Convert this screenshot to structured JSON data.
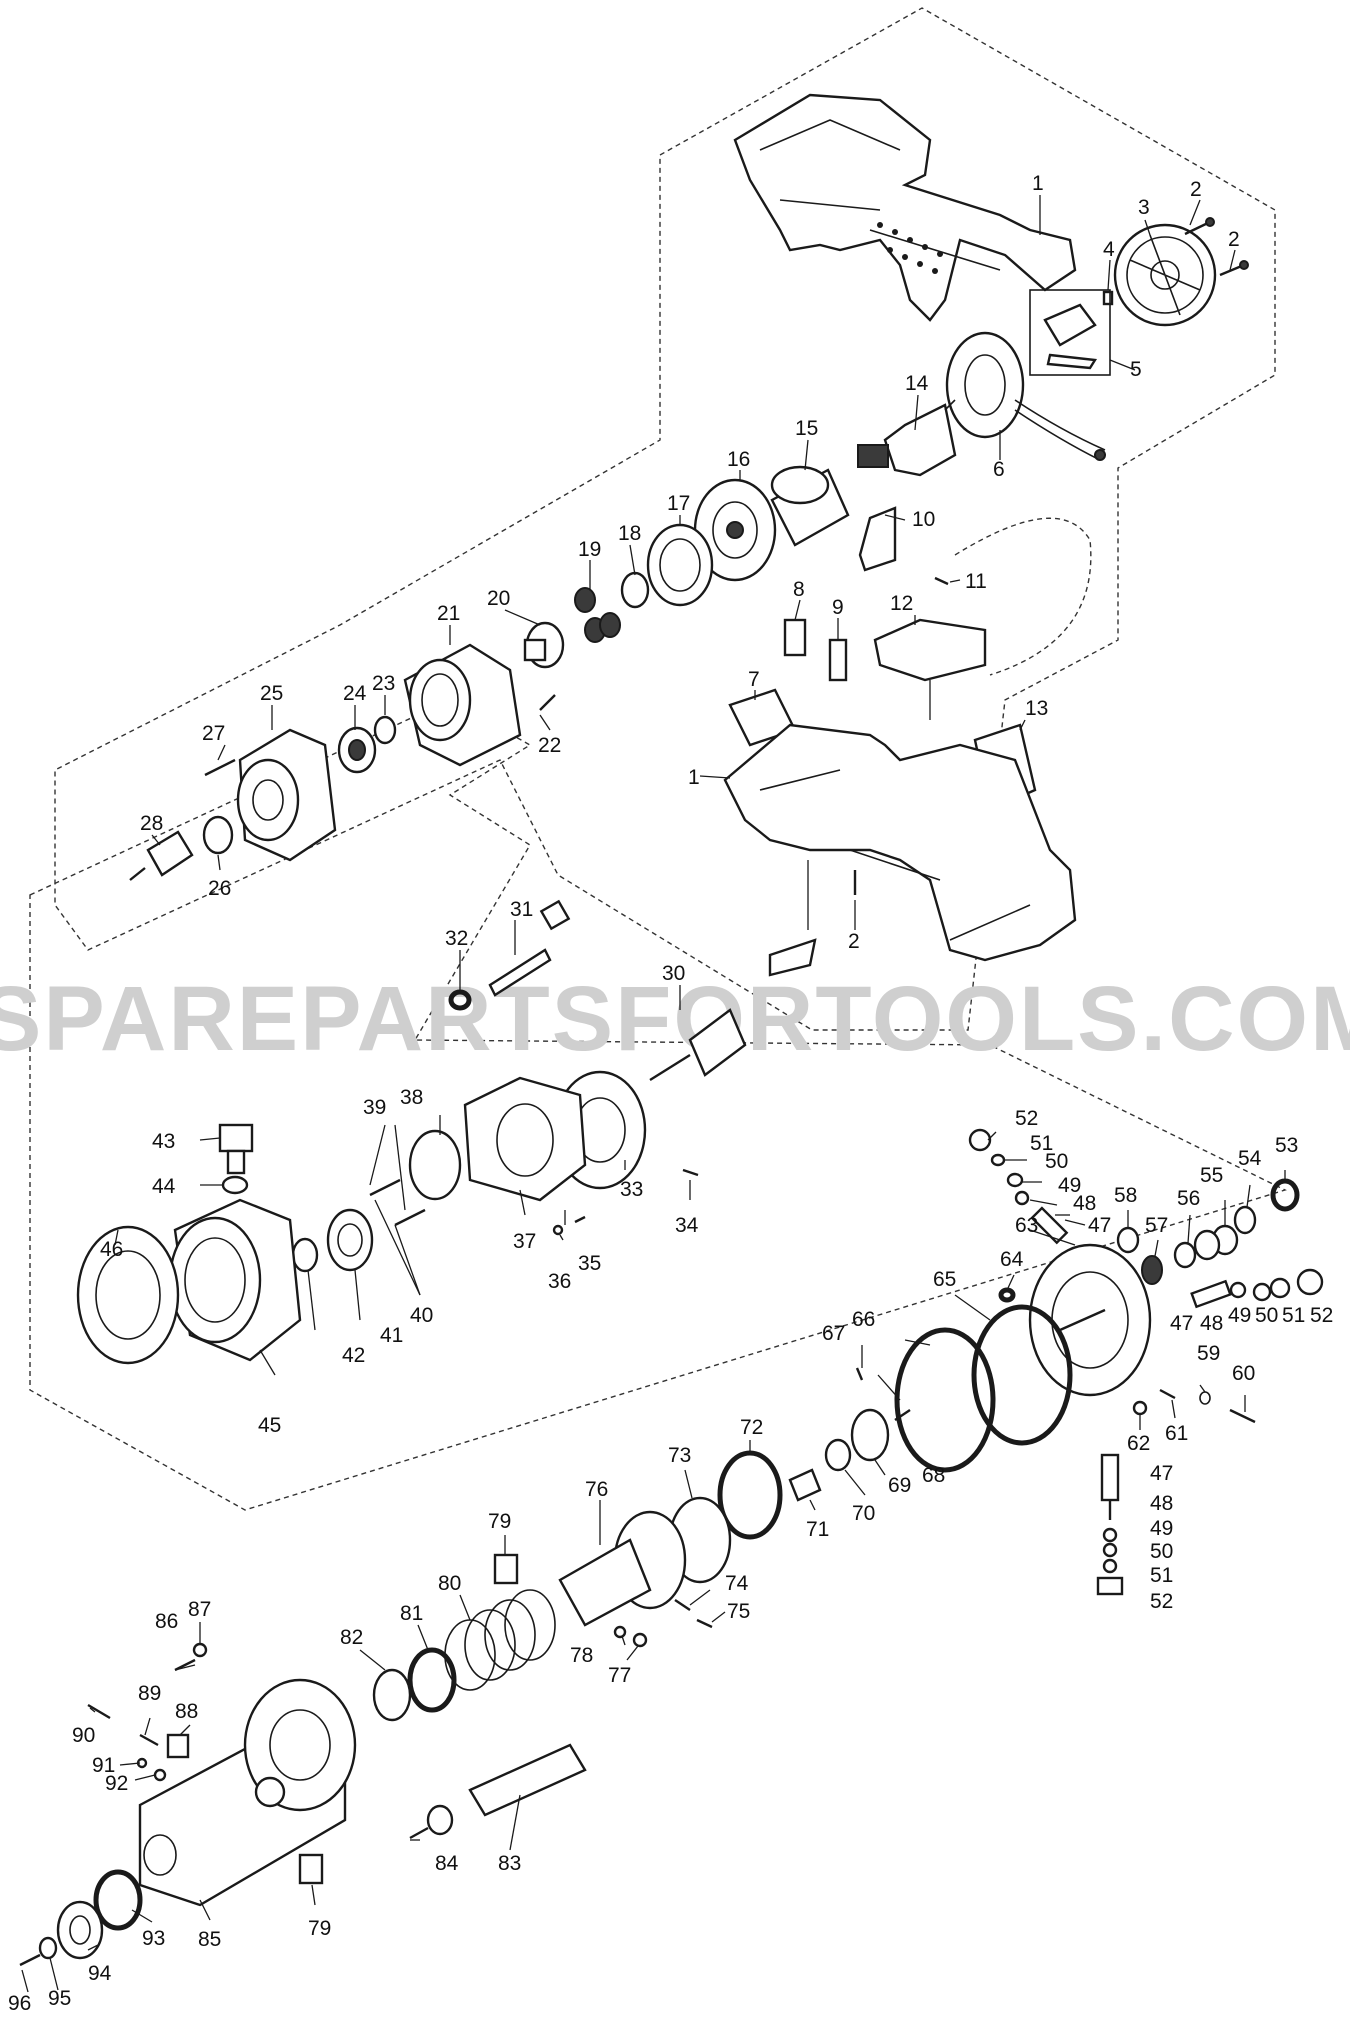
{
  "watermark": "SPAREPARTSFORTOOLS.COM.AU",
  "callouts": {
    "c1a": "1",
    "c1b": "1",
    "c2a": "2",
    "c2b": "2",
    "c2c": "2",
    "c3": "3",
    "c4": "4",
    "c5": "5",
    "c6": "6",
    "c7": "7",
    "c8": "8",
    "c9": "9",
    "c10": "10",
    "c11": "11",
    "c12": "12",
    "c13": "13",
    "c14": "14",
    "c15": "15",
    "c16": "16",
    "c17": "17",
    "c18": "18",
    "c19": "19",
    "c20": "20",
    "c21": "21",
    "c22": "22",
    "c23": "23",
    "c24": "24",
    "c25": "25",
    "c26": "26",
    "c27": "27",
    "c28": "28",
    "c30": "30",
    "c31": "31",
    "c32": "32",
    "c33": "33",
    "c34": "34",
    "c35": "35",
    "c36": "36",
    "c37": "37",
    "c38": "38",
    "c39": "39",
    "c40": "40",
    "c41": "41",
    "c42": "42",
    "c43": "43",
    "c44": "44",
    "c45": "45",
    "c46": "46",
    "c47a": "47",
    "c47b": "47",
    "c47c": "47",
    "c48a": "48",
    "c48b": "48",
    "c48c": "48",
    "c49a": "49",
    "c49b": "49",
    "c49c": "49",
    "c50a": "50",
    "c50b": "50",
    "c50c": "50",
    "c51a": "51",
    "c51b": "51",
    "c51c": "51",
    "c52a": "52",
    "c52b": "52",
    "c52c": "52",
    "c53": "53",
    "c54": "54",
    "c55": "55",
    "c56": "56",
    "c57": "57",
    "c58": "58",
    "c59": "59",
    "c60": "60",
    "c61": "61",
    "c62": "62",
    "c63": "63",
    "c64": "64",
    "c65": "65",
    "c66": "66",
    "c67": "67",
    "c68": "68",
    "c69": "69",
    "c70": "70",
    "c71": "71",
    "c72": "72",
    "c73": "73",
    "c74": "74",
    "c75": "75",
    "c76": "76",
    "c77": "77",
    "c78": "78",
    "c79a": "79",
    "c79b": "79",
    "c80": "80",
    "c81": "81",
    "c82": "82",
    "c83": "83",
    "c84": "84",
    "c85": "85",
    "c86": "86",
    "c87": "87",
    "c88": "88",
    "c89": "89",
    "c90": "90",
    "c91": "91",
    "c92": "92",
    "c93": "93",
    "c94": "94",
    "c95": "95",
    "c96": "96"
  }
}
